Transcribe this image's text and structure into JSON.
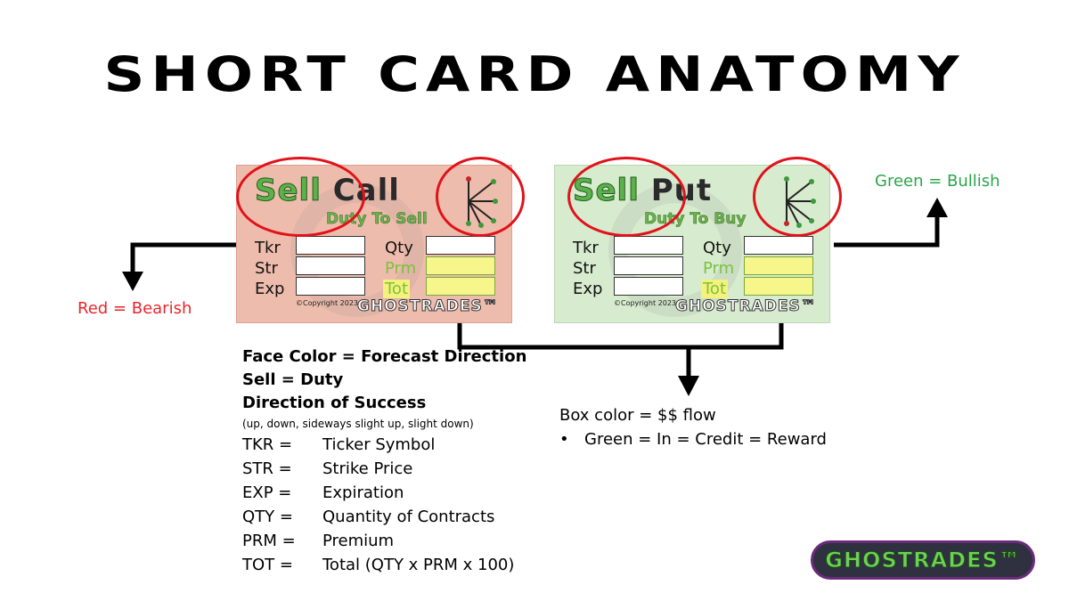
{
  "title": "SHORT CARD ANATOMY",
  "cards": {
    "call": {
      "word1": "Sell",
      "word2": "Call",
      "subtitle": "Duty To Sell"
    },
    "put": {
      "word1": "Sell",
      "word2": "Put",
      "subtitle": "Duty To Buy"
    }
  },
  "card_labels": {
    "tkr": "Tkr",
    "str": "Str",
    "exp": "Exp",
    "qty": "Qty",
    "prm": "Prm",
    "tot": "Tot",
    "copyright": "©Copyright 2023",
    "brand": "GHOSTRADES™"
  },
  "notes": {
    "red": "Red = Bearish",
    "green": "Green = Bullish"
  },
  "legend": {
    "line1": "Face Color = Forecast Direction",
    "line2": "Sell = Duty",
    "line3": "Direction of Success",
    "line3_sub": "(up, down, sideways slight up, slight down)",
    "defs": [
      {
        "key": "TKR =",
        "value": "Ticker Symbol"
      },
      {
        "key": "STR =",
        "value": "Strike Price"
      },
      {
        "key": "EXP =",
        "value": "Expiration"
      },
      {
        "key": "QTY =",
        "value": "Quantity of Contracts"
      },
      {
        "key": "PRM =",
        "value": "Premium"
      },
      {
        "key": "TOT =",
        "value": "Total (QTY x PRM x 100)"
      }
    ]
  },
  "box_color": {
    "heading": "Box color = $$ flow",
    "bullet": "Green = In = Credit = Reward"
  },
  "logo": "GHOSTRADES™",
  "colors": {
    "call_face": "#eebcac",
    "put_face": "#d7ebcf",
    "ovals": "#e0121a",
    "bearish": "#e8262b",
    "bullish": "#2aa64b",
    "yellow_box": "#f7f68a"
  }
}
